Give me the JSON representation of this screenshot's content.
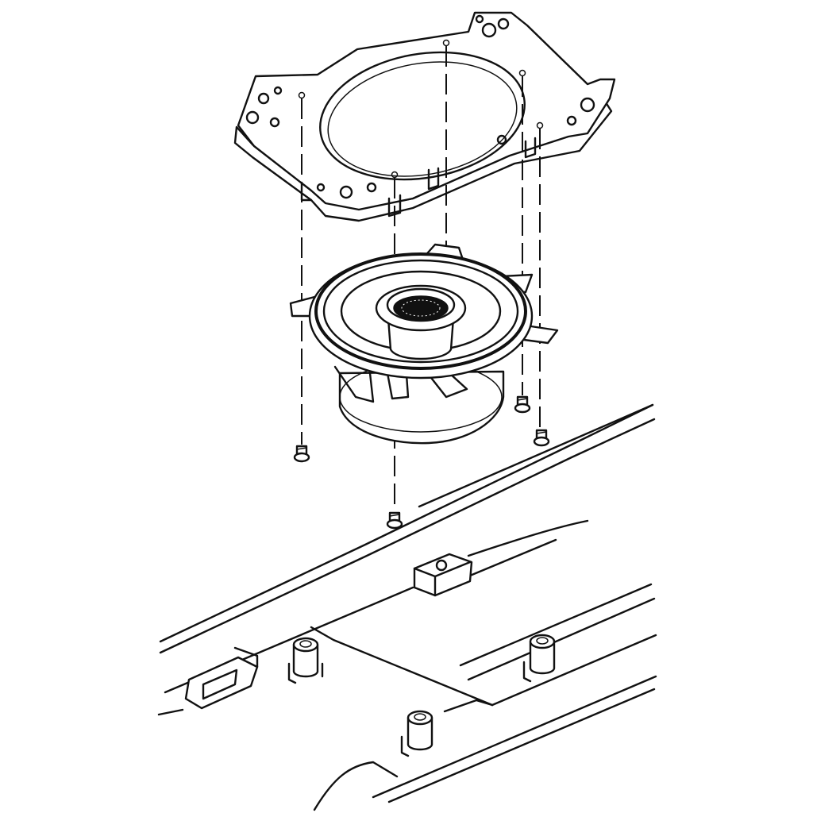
{
  "diagram": {
    "type": "exploded-assembly-illustration",
    "colors": {
      "ink": "#111111",
      "background": "#ffffff"
    },
    "parts": [
      {
        "id": "adapter-bracket",
        "icon": "speaker-adapter-plate"
      },
      {
        "id": "coaxial-speaker",
        "icon": "speaker"
      },
      {
        "id": "mounting-screw",
        "icon": "screw",
        "count": 4
      },
      {
        "id": "vehicle-door-panel",
        "icon": "panel-mount"
      }
    ]
  }
}
